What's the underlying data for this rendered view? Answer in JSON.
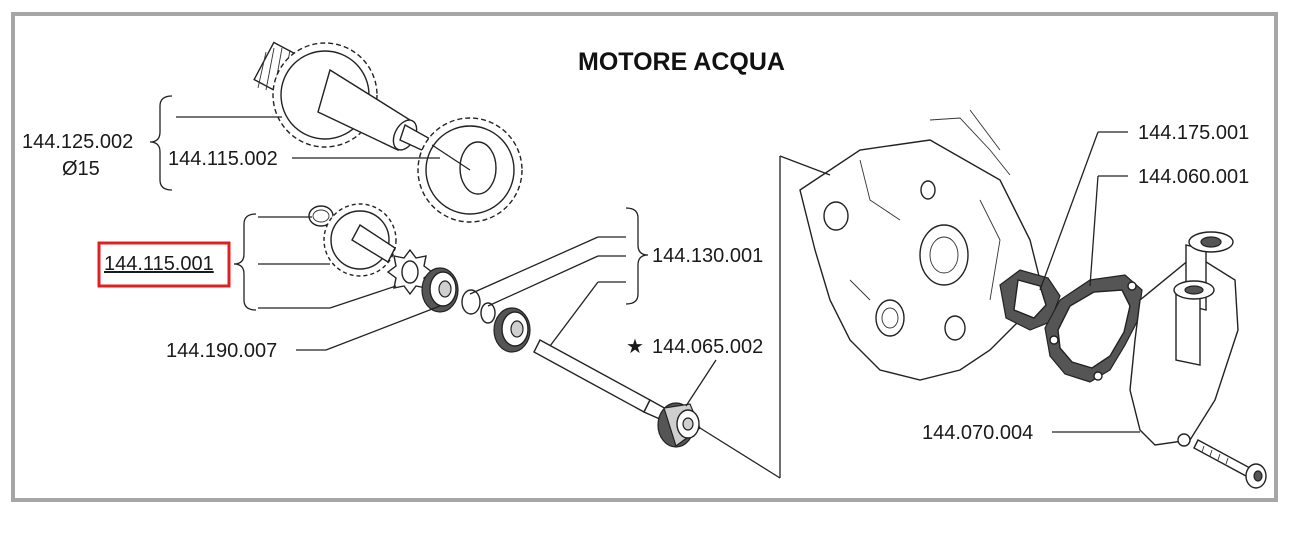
{
  "title": "MOTORE ACQUA",
  "labels": {
    "p1": "144.125.002",
    "p1_sub": "Ø15",
    "p2": "144.115.002",
    "p3": "144.115.001",
    "p4": "144.190.007",
    "p5": "144.130.001",
    "p6": "144.065.002",
    "p7": "144.175.001",
    "p8": "144.060.001",
    "p9": "144.070.004"
  },
  "markers": {
    "star": "★"
  },
  "colors": {
    "frame": "#a6a6a6",
    "highlight": "#e02020",
    "ink": "#1a1a1a"
  }
}
